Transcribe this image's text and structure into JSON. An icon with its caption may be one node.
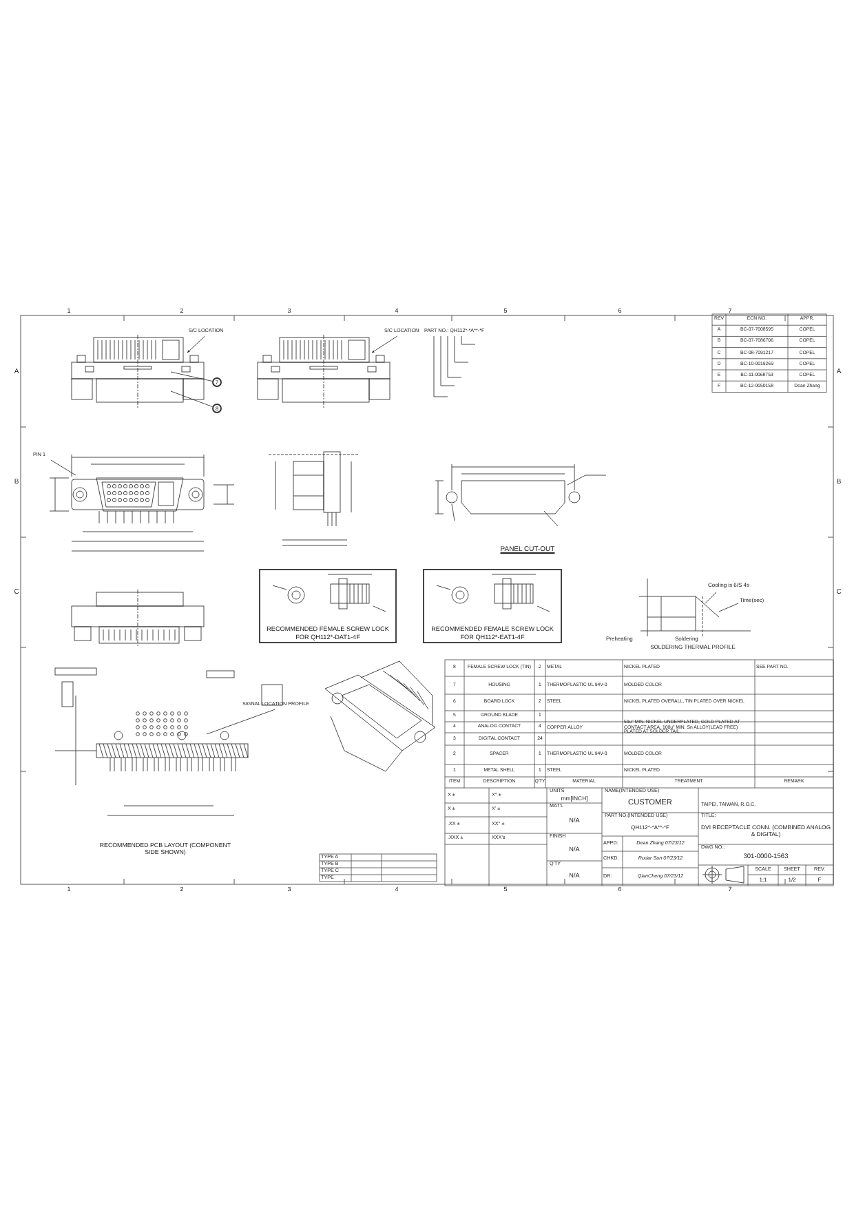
{
  "diagram": {
    "nodes": [
      {
        "text": [
          "S/C LOCATION"
        ]
      },
      {
        "text": [
          "S/C LOCATION"
        ]
      },
      {
        "text": [
          "7"
        ]
      },
      {
        "text": [
          "8"
        ]
      },
      {
        "text": [
          "PIN 1"
        ]
      },
      {
        "text": [
          "SIGNAL LOCATION PROFILE"
        ]
      },
      {
        "text": [
          "RECOMMENDED FEMALE SCREW LOCK FOR QH112*-DAT1-4F"
        ]
      },
      {
        "text": [
          "RECOMMENDED FEMALE SCREW LOCK FOR QH112*-EAT1-4F"
        ]
      }
    ],
    "edges": [
      {
        "from": 0,
        "to": null,
        "arrow": "to"
      },
      {
        "from": 1,
        "to": null,
        "arrow": "to"
      },
      {
        "from": 2,
        "to": null,
        "arrow": "none"
      },
      {
        "from": 3,
        "to": null,
        "arrow": "none"
      },
      {
        "from": 4,
        "to": null,
        "arrow": "none"
      },
      {
        "from": 5,
        "to": null,
        "arrow": "none"
      }
    ],
    "labels": [
      "1",
      "2",
      "3",
      "4",
      "5",
      "6",
      "7",
      "REV",
      "ECN NO.",
      "APPR.",
      "A",
      "BC-07-7008595",
      "COPEL",
      "B",
      "BC-07-7086706",
      "COPEL",
      "C",
      "BC-08-7091217",
      "COPEL",
      "D",
      "BC-10-0019269",
      "COPEL",
      "E",
      "BC-11-0068753",
      "COPEL",
      "F",
      "BC-12-0050158",
      "Dean Zhang",
      "A",
      "A",
      "PART NO.: QH112*-*A**-*F",
      "PANEL CUT-OUT",
      "B",
      "B",
      "C",
      "C",
      "Cooling is 6/S 4s",
      "Time(sec)",
      "Preheating",
      "Soldering",
      "SOLDERING THERMAL PROFILE",
      "RECOMMENDED PCB LAYOUT (COMPONENT SIDE SHOWN)",
      "8",
      "FEMALE SCREW LOCK (TIN)",
      "2",
      "METAL",
      "NICKEL PLATED",
      "SEE PART NO.",
      "7",
      "HOUSING",
      "1",
      "THERMOPLASTIC UL 94V-0",
      "MOLDED COLOR",
      "6",
      "BOARD LOCK",
      "2",
      "STEEL",
      "NICKEL PLATED OVERALL, TIN PLATED OVER NICKEL",
      "5",
      "GROUND BLADE",
      "1",
      "COPPER ALLOY",
      "50u\" MIN. NICKEL UNDERPLATED, GOLD PLATED AT CONTACT AREA, 100u\" MIN. Sn ALLOY(LEAD FREE) PLATED AT SOLDER TAIL.",
      "4",
      "ANALOG CONTACT",
      "4",
      "3",
      "DIGITAL CONTACT",
      "24",
      "2",
      "SPACER",
      "1",
      "THERMOPLASTIC UL 94V-0",
      "MOLDED COLOR",
      "1",
      "METAL SHELL",
      "1",
      "STEEL",
      "NICKEL PLATED",
      "ITEM",
      "DESCRIPTION",
      "Q'TY",
      "MATERIAL",
      "TREATMENT",
      "REMARK",
      "X ±",
      "X° ±",
      "X ±",
      "X' ±",
      ".XX ±",
      "XX° ±",
      ".XXX ±",
      "XXX's",
      "UNITS",
      "mm[INCH]",
      "MAT'L",
      "N/A",
      "FINISH",
      "N/A",
      "Q'TY",
      "N/A",
      "NAME(INTENDED USE)",
      "CUSTOMER",
      "PART NO.(INTENDED USE)",
      "QH112*-*A**-*F",
      "APPD:",
      "Dean Zhang 07/23/12",
      "CHKD:",
      "Rodar Sun 07/23/12",
      "DR:",
      "QianCheng 07/23/12",
      "TAIPEI, TAIWAN, R.O.C.",
      "TITLE:",
      "DVI RECEPTACLE CONN. (COMBINED ANALOG & DIGITAL)",
      "DWG NO.:",
      "301-0000-1563",
      "SCALE",
      "1:1",
      "SHEET",
      "1/2",
      "REV.",
      "F",
      "TYPE A",
      "TYPE B",
      "TYPE C",
      "TYPE",
      "1",
      "2",
      "3",
      "4",
      "5",
      "6",
      "7"
    ]
  }
}
